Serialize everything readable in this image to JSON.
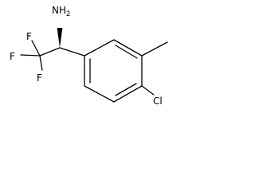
{
  "molecule": {
    "atoms": {
      "amine": {
        "symbol": "NH",
        "subscript": "2"
      },
      "fluorine_top": {
        "symbol": "F"
      },
      "fluorine_left": {
        "symbol": "F"
      },
      "fluorine_bottom": {
        "symbol": "F"
      },
      "chlorine": {
        "symbol": "Cl"
      }
    },
    "stereo": {
      "chiral_center_bond": "wedge"
    }
  }
}
